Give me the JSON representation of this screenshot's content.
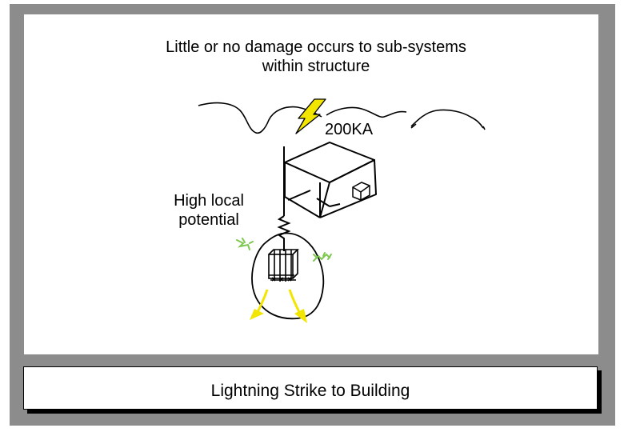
{
  "diagram": {
    "title": "Little or no damage occurs to sub-systems within structure",
    "current_label": "200KA",
    "potential_label": "High local potential",
    "caption": "Lightning Strike to Building",
    "colors": {
      "frame": "#8c8c8c",
      "bolt": "#f2e600",
      "ground_spark": "#7ec850",
      "current_arrows": "#f2e600",
      "lines": "#000000"
    },
    "icons": [
      "cloud-outline",
      "lightning-bolt-icon",
      "building-box",
      "resistor-icon",
      "ground-rod-cage",
      "spark-icon",
      "arrow-icon"
    ]
  }
}
